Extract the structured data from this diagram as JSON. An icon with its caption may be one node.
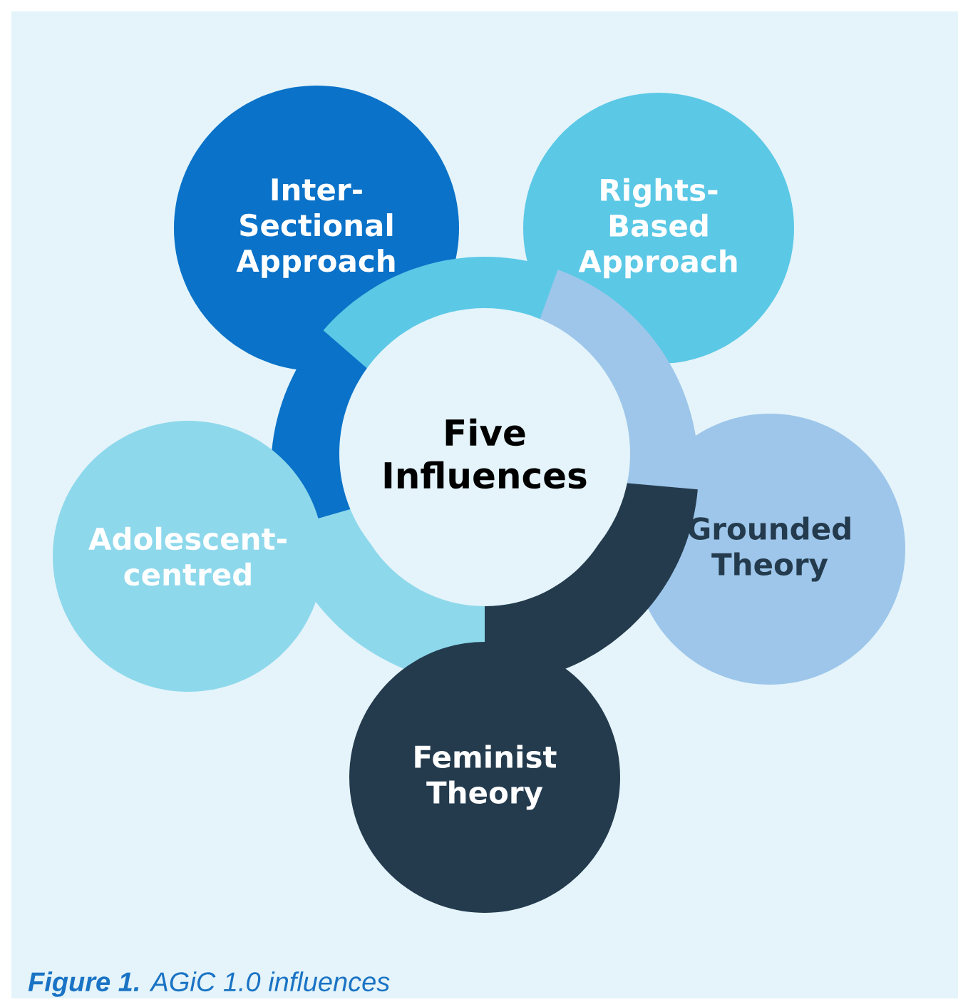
{
  "diagram": {
    "caption": "**Figure 1.** AGiC 1.0 influences",
    "nodes": [
      {
        "text": [
          "Inter-Sectional Approach"
        ]
      },
      {
        "text": [
          "Rights-Based Approach"
        ]
      },
      {
        "text": [
          "Five Influences"
        ]
      },
      {
        "text": [
          "Adolescent-centred"
        ]
      },
      {
        "text": [
          "Grounded Theory"
        ]
      },
      {
        "text": [
          "Feminist Theory"
        ]
      }
    ]
  }
}
